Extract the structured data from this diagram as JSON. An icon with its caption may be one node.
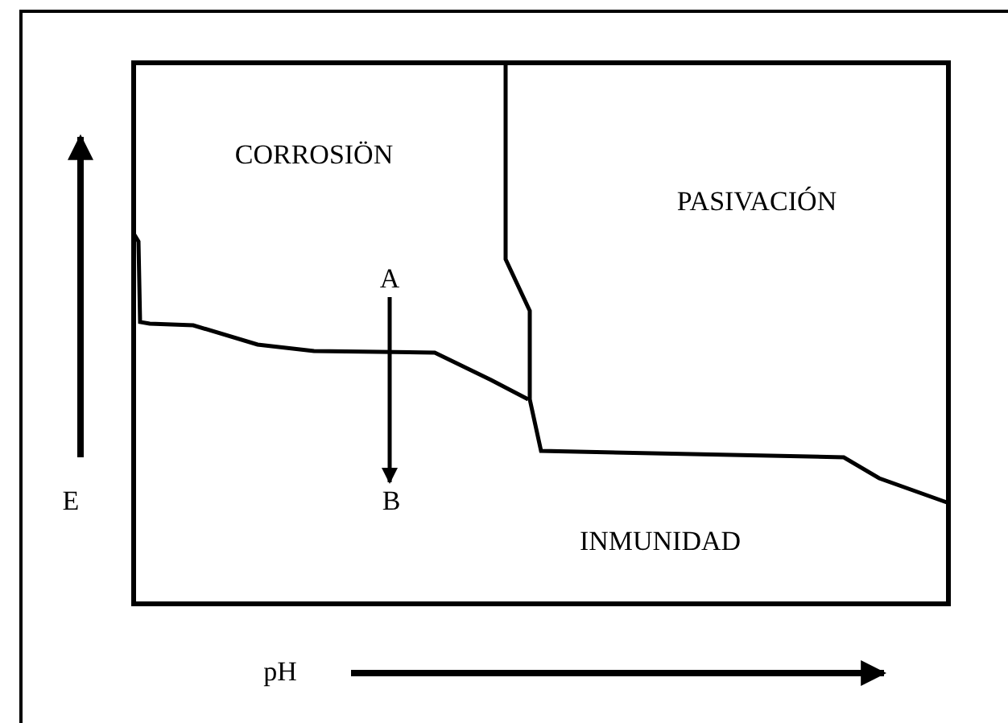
{
  "diagram": {
    "nodes": [
      {
        "text": [
          "A"
        ]
      },
      {
        "text": [
          "B"
        ]
      }
    ],
    "edges": [
      {
        "from": 0,
        "to": 1,
        "arrow": "to"
      }
    ],
    "labels": [
      "CORROSIÖN",
      "PASIVACIÓN",
      "E",
      "INMUNIDAD",
      "pH"
    ]
  }
}
